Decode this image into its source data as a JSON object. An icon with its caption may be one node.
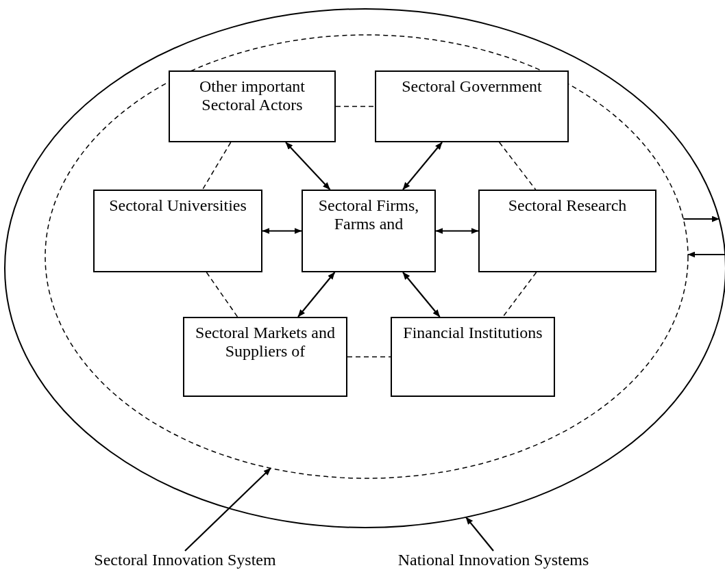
{
  "diagram": {
    "nodes": [
      {
        "text": [],
        "shape": "ellipse"
      },
      {
        "text": [],
        "shape": "ellipse",
        "in": 0
      },
      {
        "text": [
          "Other important Sectoral Actors"
        ],
        "in": 1
      },
      {
        "text": [
          "Sectoral Government"
        ],
        "in": 1
      },
      {
        "text": [
          "Sectoral Universities"
        ],
        "in": 1
      },
      {
        "text": [
          "Sectoral Firms, Farms and"
        ],
        "in": 1
      },
      {
        "text": [
          "Sectoral Research"
        ],
        "in": 1
      },
      {
        "text": [
          "Sectoral Markets and Suppliers of"
        ],
        "in": 1
      },
      {
        "text": [
          "Financial Institutions"
        ],
        "in": 1
      },
      {
        "text": [
          "Sectoral Innovation System"
        ]
      },
      {
        "text": [
          "National Innovation Systems"
        ]
      }
    ],
    "edges": [
      {
        "from": 2,
        "to": 3,
        "arrow": "none",
        "style": "dashed"
      },
      {
        "from": 3,
        "to": 6,
        "arrow": "none",
        "style": "dashed"
      },
      {
        "from": 6,
        "to": 8,
        "arrow": "none",
        "style": "dashed"
      },
      {
        "from": 7,
        "to": 8,
        "arrow": "none",
        "style": "dashed"
      },
      {
        "from": 4,
        "to": 7,
        "arrow": "none",
        "style": "dashed"
      },
      {
        "from": 2,
        "to": 4,
        "arrow": "none",
        "style": "dashed"
      },
      {
        "from": 2,
        "to": 5,
        "arrow": "both"
      },
      {
        "from": 3,
        "to": 5,
        "arrow": "both"
      },
      {
        "from": 4,
        "to": 5,
        "arrow": "both"
      },
      {
        "from": 5,
        "to": 6,
        "arrow": "both"
      },
      {
        "from": 5,
        "to": 7,
        "arrow": "both"
      },
      {
        "from": 5,
        "to": 8,
        "arrow": "both"
      },
      {
        "from": 1,
        "to": 0,
        "arrow": "to"
      },
      {
        "from": 0,
        "to": 1,
        "arrow": "to"
      },
      {
        "from": 9,
        "to": 1,
        "arrow": "to"
      },
      {
        "from": 10,
        "to": 0,
        "arrow": "to"
      }
    ]
  }
}
